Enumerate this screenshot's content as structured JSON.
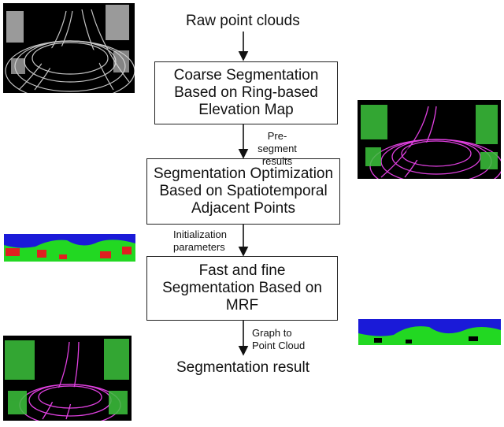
{
  "input_label": "Raw point clouds",
  "output_label": "Segmentation result",
  "steps": [
    {
      "text": "Coarse Segmentation\nBased on Ring-based\nElevation Map"
    },
    {
      "text": "Segmentation Optimization\nBased on Spatiotemporal\nAdjacent Points"
    },
    {
      "text": "Fast and fine\nSegmentation Based on\nMRF"
    }
  ],
  "edge_labels": [
    "Pre-segment\nresults",
    "Initialization\nparameters",
    "Graph to\nPoint Cloud"
  ],
  "images": [
    {
      "name": "raw-point-cloud-image",
      "palette": [
        "#000000",
        "#ffffff"
      ]
    },
    {
      "name": "coarse-segmentation-image",
      "palette": [
        "#000000",
        "#e040e0",
        "#3dc43d"
      ]
    },
    {
      "name": "optimization-range-image",
      "palette": [
        "#1a1ad8",
        "#22d822",
        "#e02020"
      ]
    },
    {
      "name": "mrf-range-image",
      "palette": [
        "#1a1ad8",
        "#22d822",
        "#000000"
      ]
    },
    {
      "name": "segmentation-result-image",
      "palette": [
        "#000000",
        "#e040e0",
        "#3dc43d"
      ]
    }
  ]
}
